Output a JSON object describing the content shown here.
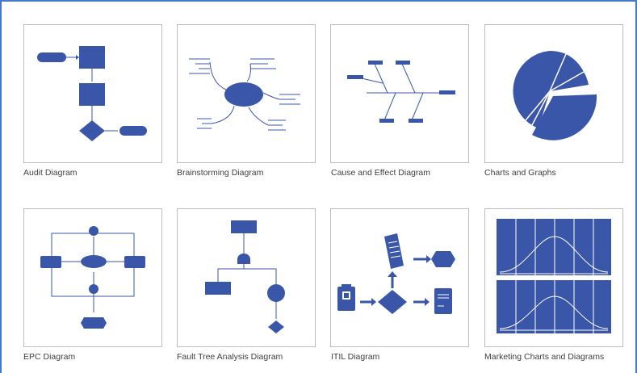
{
  "gallery": {
    "templates": [
      {
        "label": "Audit Diagram",
        "icon": "audit-diagram-icon"
      },
      {
        "label": "Brainstorming Diagram",
        "icon": "brainstorming-diagram-icon"
      },
      {
        "label": "Cause and Effect Diagram",
        "icon": "cause-and-effect-diagram-icon"
      },
      {
        "label": "Charts and Graphs",
        "icon": "charts-and-graphs-icon"
      },
      {
        "label": "EPC Diagram",
        "icon": "epc-diagram-icon"
      },
      {
        "label": "Fault Tree Analysis Diagram",
        "icon": "fault-tree-analysis-diagram-icon"
      },
      {
        "label": "ITIL Diagram",
        "icon": "itil-diagram-icon"
      },
      {
        "label": "Marketing Charts and Diagrams",
        "icon": "marketing-charts-icon"
      }
    ]
  },
  "colors": {
    "icon_blue": "#3a56a8",
    "frame_blue": "#4a78c8",
    "tile_border": "#bdbdbd",
    "label_text": "#404040"
  }
}
